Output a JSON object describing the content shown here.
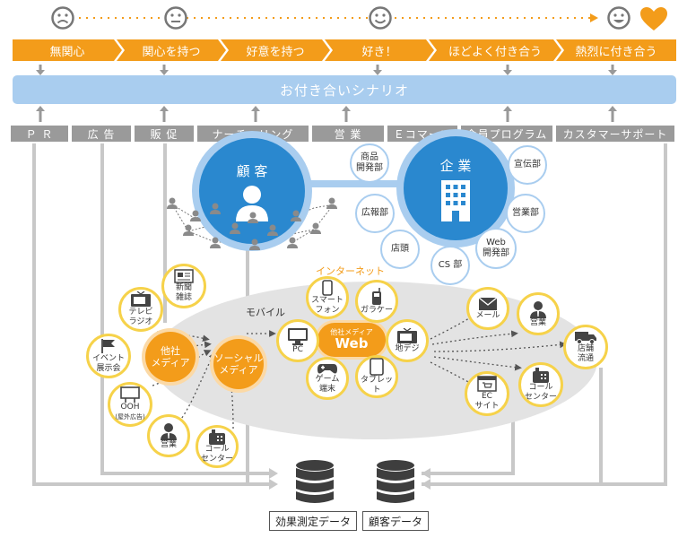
{
  "stages": [
    "無関心",
    "関心を持つ",
    "好意を持つ",
    "好き！",
    "ほどよく付き合う",
    "熱烈に付き合う"
  ],
  "scenario_label": "お付き合いシナリオ",
  "departments": [
    "Ｐ Ｒ",
    "広 告",
    "販 促",
    "ナーチャリング",
    "営 業",
    "Ｅコマース",
    "会員プログラム",
    "カスタマーサポート"
  ],
  "customer_label": "顧 客",
  "company_label": "企 業",
  "company_units": {
    "product_dev": [
      "商品",
      "開発部"
    ],
    "pr_dept": "広報部",
    "store": "店頭",
    "cs": "CS 部",
    "web_dev": [
      "Web",
      "開発部"
    ],
    "sales_dept": "営業部",
    "promo_dept": "宣伝部"
  },
  "internet_label": "インターネット",
  "mobile_label": "モバイル",
  "web_center": {
    "sub": "他社メディア",
    "main": "Web"
  },
  "web_media": {
    "smartphone": [
      "スマート",
      "フォン"
    ],
    "feature_phone": "ガラケー",
    "digital_tv": "地デジ",
    "tablet": "タブレット",
    "game": [
      "ゲーム",
      "端末"
    ],
    "pc": "PC"
  },
  "left_media": {
    "newspaper": [
      "新聞",
      "雑誌"
    ],
    "tv_radio": [
      "テレビ",
      "ラジオ"
    ],
    "event": [
      "イベント",
      "展示会"
    ],
    "ooh": [
      "OOH",
      "(屋外広告)"
    ],
    "sales": "営業",
    "call_center": [
      "コール",
      "センター"
    ]
  },
  "other_media": [
    "他社",
    "メディア"
  ],
  "social_media": [
    "ソーシャル",
    "メディア"
  ],
  "right_channels": {
    "mail": "メール",
    "sales": "営業",
    "store_dist": [
      "店舗",
      "流通"
    ],
    "ec": [
      "EC",
      "サイト"
    ],
    "call_center": [
      "コール",
      "センター"
    ]
  },
  "databases": [
    "効果測定データ",
    "顧客データ"
  ],
  "colors": {
    "orange": "#f39c1a",
    "light_blue": "#a9cdef",
    "blue": "#2a88cf",
    "yellow": "#f6d24a",
    "gray": "#9a9a9a",
    "ellipse": "#e3e3e3"
  }
}
